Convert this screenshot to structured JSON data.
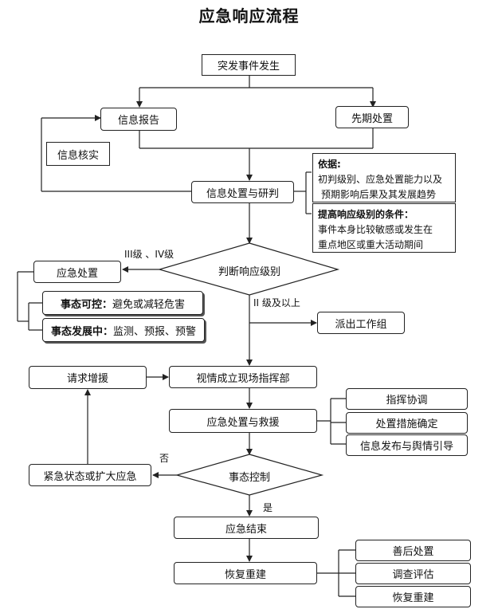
{
  "title": "应急响应流程",
  "nodes": {
    "sudden_event": "突发事件发生",
    "info_report": "信息报告",
    "early_handling": "先期处置",
    "info_verify": "信息核实",
    "info_process": "信息处置与研判",
    "judge_level": "判断响应级别",
    "emergency_handling": "应急处置",
    "state_controllable_label": "事态可控：",
    "state_controllable_text": "避免或减轻危害",
    "state_developing_label": "事态发展中：",
    "state_developing_text": "监测、预报、预警",
    "dispatch_team": "派出工作组",
    "request_aid": "请求增援",
    "field_command": "视情成立现场指挥部",
    "emergency_rescue": "应急处置与救援",
    "command_coord": "指挥协调",
    "measures_confirm": "处置措施确定",
    "info_release": "信息发布与舆情引导",
    "state_control": "事态控制",
    "emergency_expand": "紧急状态或扩大应急",
    "emergency_end": "应急结束",
    "recovery_rebuild": "恢复重建",
    "aftermath": "善后处置",
    "investigation": "调查评估",
    "recovery_rebuild_2": "恢复重建"
  },
  "notes": {
    "basis_title": "依据:",
    "basis_line1": "初判级别、应急处置能力以及",
    "basis_line2": "预期影响后果及其发展趋势",
    "raise_title": "提高响应级别的条件：",
    "raise_line1": "事件本身比较敏感或发生在",
    "raise_line2": "重点地区或重大活动期间"
  },
  "edge_labels": {
    "level_3_4": "III级 、IV级",
    "level_2_above": "II 级及以上",
    "no": "否",
    "yes": "是"
  }
}
